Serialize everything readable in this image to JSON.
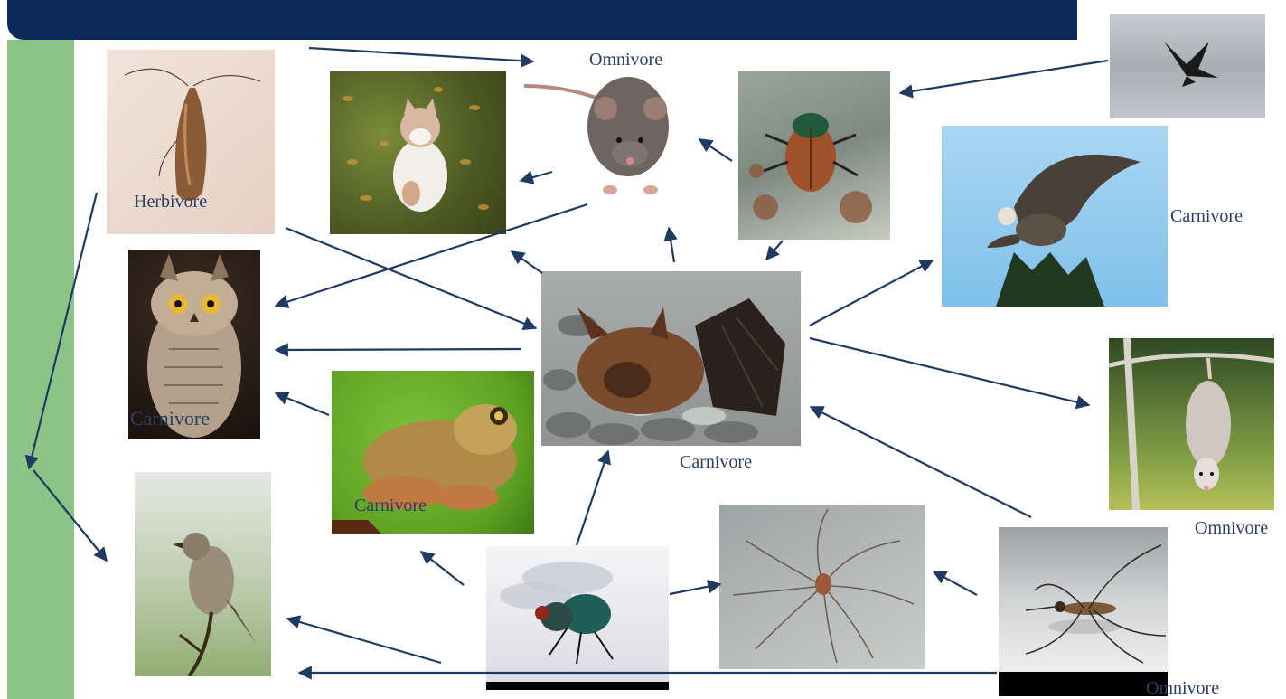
{
  "labels": {
    "herbivore": "Herbivore",
    "omnivore_rat": "Omnivore",
    "carnivore_owl": "Carnivore",
    "carnivore_frog": "Carnivore",
    "carnivore_bat": "Carnivore",
    "carnivore_osprey": "Carnivore",
    "omnivore_opossum": "Omnivore",
    "omnivore_mosquito": "Omnivore"
  },
  "organisms": [
    "moth",
    "cat",
    "rat",
    "beetle",
    "bird-over-water",
    "osprey",
    "owl",
    "bat",
    "opossum",
    "frog",
    "flycatcher",
    "fly",
    "spider",
    "mosquito"
  ],
  "colors": {
    "title_bar": "#0b2a5a",
    "side_bar": "#8cc488",
    "arrow": "#1f3a63",
    "label": "#2a3f66"
  }
}
